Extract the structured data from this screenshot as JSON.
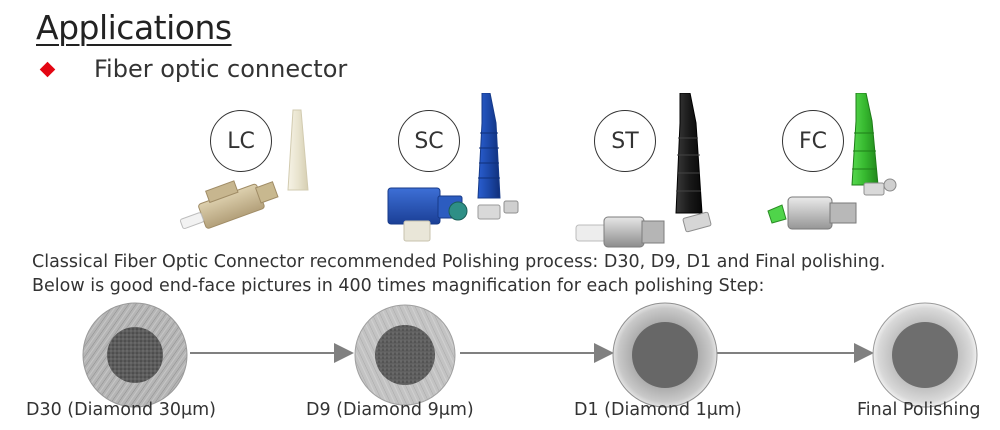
{
  "header": {
    "title": "Applications",
    "bullet": "Fiber optic connector"
  },
  "connectors": [
    {
      "label": "LC",
      "boot_color": "#ece8d6",
      "body_color": "#cdbb95"
    },
    {
      "label": "SC",
      "boot_color": "#1f4fb0",
      "body_color": "#2d5fc4"
    },
    {
      "label": "ST",
      "boot_color": "#1a1a1a",
      "body_color": "#bfbfbf"
    },
    {
      "label": "FC",
      "boot_color": "#3fc43a",
      "body_color": "#c4c4c4"
    }
  ],
  "description": {
    "line1": "Classical Fiber Optic Connector recommended Polishing process: D30, D9, D1 and Final polishing.",
    "line2": "Below is good end-face pictures in 400 times magnification for each polishing Step:"
  },
  "stages": [
    {
      "label": "D30 (Diamond  30μm)"
    },
    {
      "label": "D9 (Diamond  9μm)"
    },
    {
      "label": "D1 (Diamond  1μm)"
    },
    {
      "label": "Final Polishing"
    }
  ],
  "colors": {
    "accent": "#e30613",
    "arrow": "#808080"
  }
}
